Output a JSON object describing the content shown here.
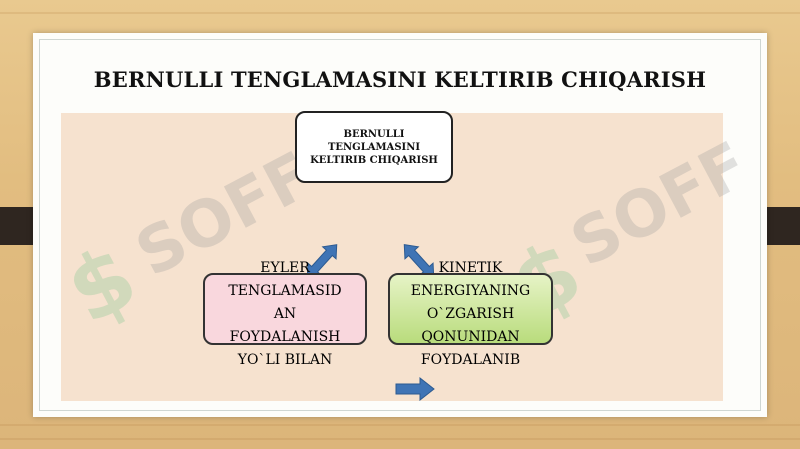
{
  "title": "BERNULLI TENGLAMASINI KELTIRIB CHIQARISH",
  "watermark": "SOFF",
  "nodes": {
    "top": {
      "lines": [
        "BERNULLI",
        "TENGLAMASINI",
        "KELTIRIB CHIQARISH"
      ]
    },
    "left": {
      "lines": [
        "EYLER",
        "TENGLAMASID",
        "AN",
        "FOYDALANISH",
        "YO`LI BILAN"
      ]
    },
    "right": {
      "lines": [
        "KINETIK",
        "ENERGIYANING",
        "O`ZGARISH",
        "QONUNIDAN",
        "FOYDALANIB"
      ]
    }
  },
  "colors": {
    "arrow": "#3f74b5",
    "left_fill": "#f9d7dd",
    "right_fill": "#b9dc7c",
    "tab": "#2f2620"
  }
}
